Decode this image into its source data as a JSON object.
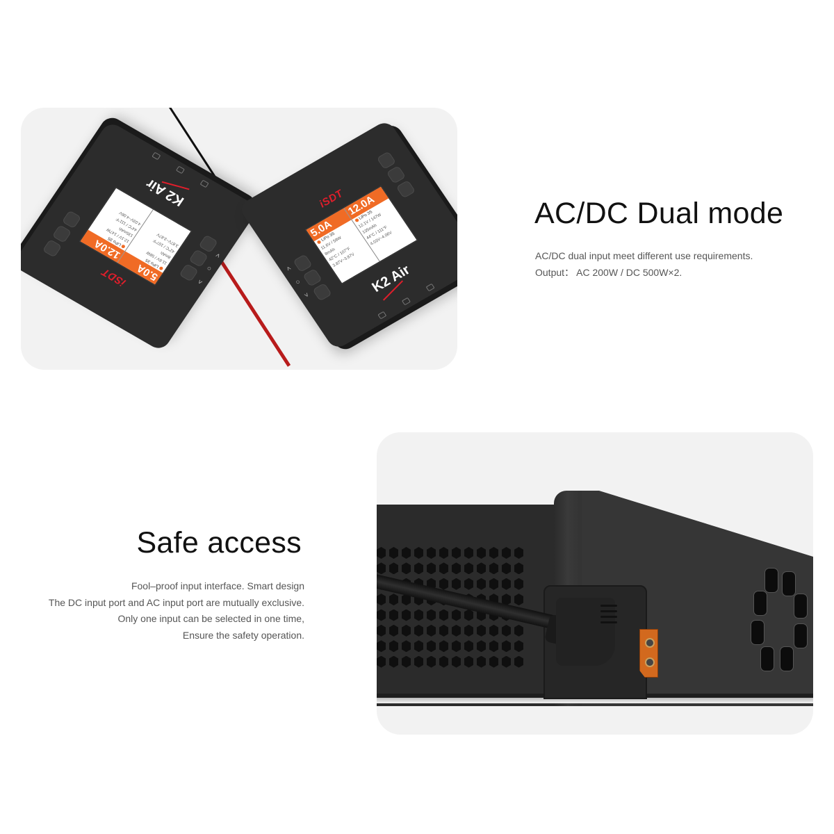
{
  "section_dual_mode": {
    "title": "AC/DC Dual mode",
    "description_lines": [
      "AC/DC dual input meet different use requirements.",
      "Output： AC 200W / DC 500W×2."
    ]
  },
  "section_safe_access": {
    "title": "Safe access",
    "description_lines": [
      "Fool–proof input interface. Smart design",
      "The DC input port and AC input port are mutually exclusive.",
      "Only one input can be selected in one time,",
      "Ensure the safety operation."
    ]
  },
  "product": {
    "brand": "iSDT",
    "model": "K2 Air",
    "screen": {
      "channel_1": {
        "current": "5.0A",
        "battery": "LiPo 3S",
        "voltage_power": "11.6V / 58W",
        "capacity": "8mAh",
        "temperature": "42°C / 107°F",
        "cell_range": "3.87V~3.87V"
      },
      "channel_2": {
        "current": "12.0A",
        "battery": "LiPo 3S",
        "voltage_power": "12.1V / 147W",
        "capacity": "135mAh",
        "temperature": "44°C / 111°F",
        "cell_range": "4.03V~4.06V"
      }
    },
    "button_glyphs": {
      "up": "˄",
      "ok": "○",
      "down": "˅"
    }
  },
  "colors": {
    "panel_bg": "#f2f2f2",
    "screen_accent": "#f06b25",
    "brand_red": "#e01e2b",
    "device_body": "#2c2c2c",
    "xt60_connector": "#d2691e",
    "red_cable": "#b81b1b"
  }
}
